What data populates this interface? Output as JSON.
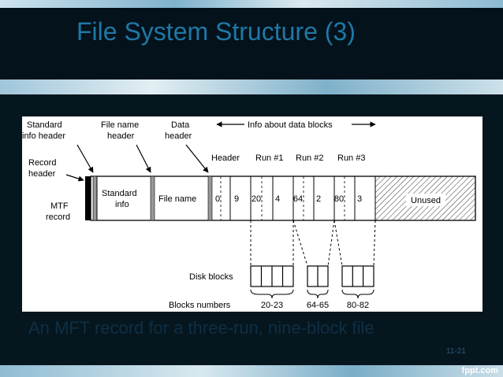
{
  "slide": {
    "title": "File System Structure (3)",
    "caption": "An MFT record for a three-run, nine-block file",
    "slide_number": "11-21",
    "brand": "fppt.com"
  },
  "diagram": {
    "labels": {
      "standard_info_header": [
        "Standard",
        "info header"
      ],
      "file_name_header": [
        "File name",
        "header"
      ],
      "data_header": [
        "Data",
        "header"
      ],
      "info_about_data_blocks": "Info about data blocks",
      "record_header": [
        "Record",
        "header"
      ],
      "mtf_record": [
        "MTF",
        "record"
      ],
      "header": "Header",
      "run1": "Run #1",
      "run2": "Run #2",
      "run3": "Run #3",
      "disk_blocks": "Disk blocks",
      "blocks_numbers": "Blocks numbers"
    },
    "fields": {
      "standard_info": [
        "Standard",
        "info"
      ],
      "file_name": "File name",
      "unused": "Unused"
    },
    "header_values": [
      "0",
      "9"
    ],
    "run1_values": [
      "20",
      "4"
    ],
    "run2_values": [
      "64",
      "2"
    ],
    "run3_values": [
      "80",
      "3"
    ],
    "block_ranges": [
      "20-23",
      "64-65",
      "80-82"
    ]
  }
}
